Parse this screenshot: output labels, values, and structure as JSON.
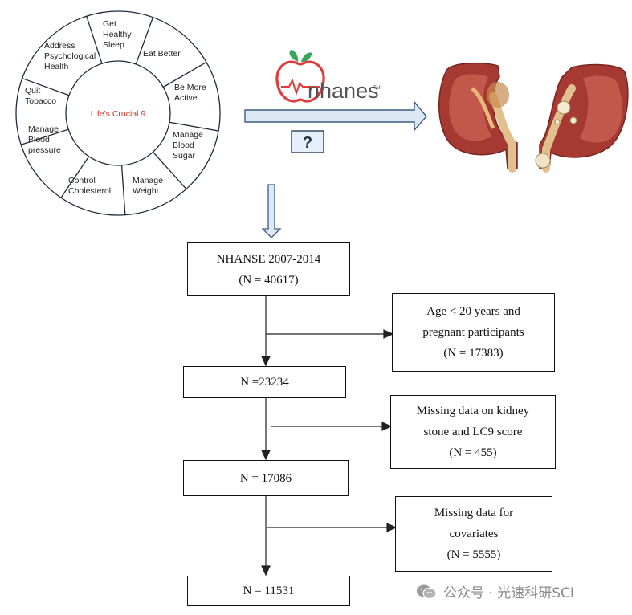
{
  "wheel": {
    "center_label": "Life's Crucial 9",
    "segments": [
      {
        "id": "sleep",
        "lines": [
          "Get",
          "Healthy",
          "Sleep"
        ]
      },
      {
        "id": "eat",
        "lines": [
          "Eat Better"
        ]
      },
      {
        "id": "active",
        "lines": [
          "Be More",
          "Active"
        ]
      },
      {
        "id": "sugar",
        "lines": [
          "Manage",
          "Blood",
          "Sugar"
        ]
      },
      {
        "id": "weight",
        "lines": [
          "Manage",
          "Weight"
        ]
      },
      {
        "id": "cholesterol",
        "lines": [
          "Control",
          "Cholesterol"
        ]
      },
      {
        "id": "pressure",
        "lines": [
          "Manage",
          "Blood",
          "pressure"
        ]
      },
      {
        "id": "tobacco",
        "lines": [
          "Quit",
          "Tobacco"
        ]
      },
      {
        "id": "psych",
        "lines": [
          "Address",
          "Psychological",
          "Health"
        ]
      }
    ]
  },
  "logo": {
    "text": "nhanes",
    "tm": "TM"
  },
  "question_mark": "?",
  "flow": {
    "box1": {
      "lines": [
        "NHANSE 2007-2014",
        "(N = 40617)"
      ]
    },
    "excl1": {
      "lines": [
        "Age < 20 years and",
        "pregnant participants",
        "(N = 17383)"
      ]
    },
    "box2": {
      "lines": [
        "N =23234"
      ]
    },
    "excl2": {
      "lines": [
        "Missing data on kidney",
        "stone and LC9 score",
        "(N = 455)"
      ]
    },
    "box3": {
      "lines": [
        "N = 17086"
      ]
    },
    "excl3": {
      "lines": [
        "Missing data for",
        "covariates",
        "(N = 5555)"
      ]
    },
    "box4": {
      "lines": [
        "N = 11531"
      ]
    }
  },
  "watermark": "公众号 · 光速科研SCI",
  "colors": {
    "arrow_fill": "#dce9f5",
    "arrow_stroke": "#3d5a80",
    "apple_red": "#e23b3b",
    "leaf_green": "#3aa55b",
    "logo_gray": "#555555"
  }
}
